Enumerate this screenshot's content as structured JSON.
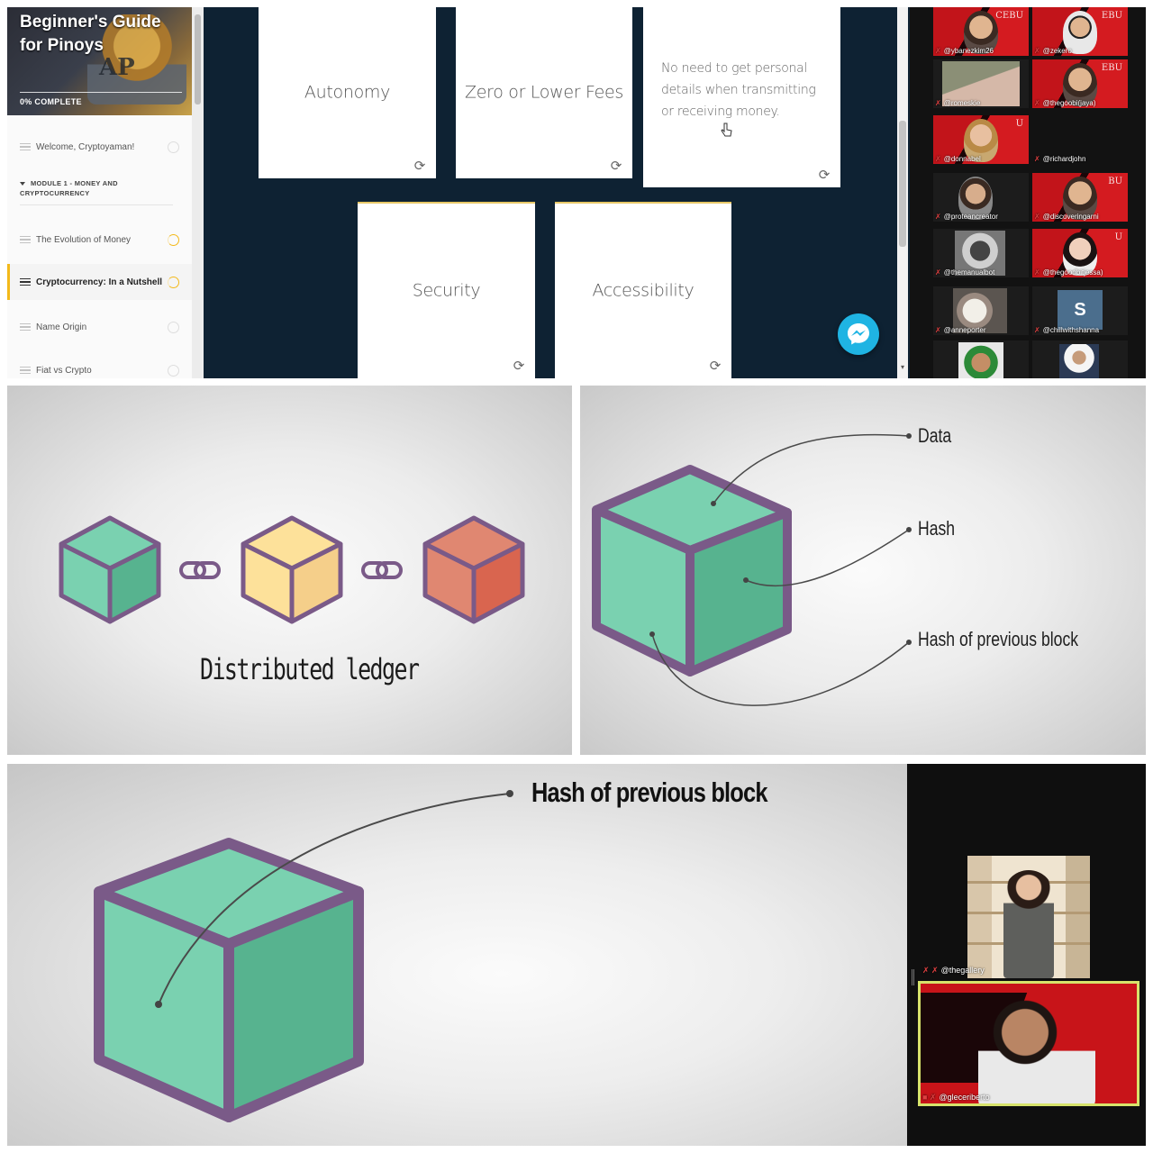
{
  "course": {
    "title": "Beginner's Guide for Pinoys",
    "hero_text": "AP",
    "progress_label": "0% COMPLETE",
    "progress": 0,
    "lessons": [
      {
        "label": "Welcome, Cryptoyaman!",
        "status": "not-started"
      },
      {
        "label": "The Evolution of Money",
        "status": "in-progress"
      },
      {
        "label": "Cryptocurrency: In a Nutshell",
        "status": "in-progress",
        "active": true
      },
      {
        "label": "Name Origin",
        "status": "not-started"
      },
      {
        "label": "Fiat vs Crypto",
        "status": "not-started"
      }
    ],
    "module_heading": "MODULE 1 - MONEY AND CRYPTOCURRENCY"
  },
  "cards": [
    {
      "text": "Autonomy"
    },
    {
      "text": "Zero or Lower Fees"
    },
    {
      "text": "No need to get personal details when transmitting or receiving money."
    },
    {
      "text": "Security"
    },
    {
      "text": "Accessibility"
    }
  ],
  "icons": {
    "card_flip": "refresh-icon",
    "chat": "messenger-icon",
    "participant": "hive-pin-icon"
  },
  "participants": [
    {
      "name": "@ybanezkim26",
      "overlay": "CEBU"
    },
    {
      "name": "@zekero",
      "overlay": "EBU"
    },
    {
      "name": "@romeskie"
    },
    {
      "name": "@thegoobi(jaya)",
      "overlay": "EBU"
    },
    {
      "name": "@donnabel",
      "overlay": "U"
    },
    {
      "name": "@richardjohn"
    },
    {
      "name": "@proteancreator"
    },
    {
      "name": "@discoveringarni",
      "overlay": "BU"
    },
    {
      "name": "@themanualbot"
    },
    {
      "name": "@thegoodbitjessa)",
      "overlay": "U"
    },
    {
      "name": "@anneporter"
    },
    {
      "name": "@chillwithshanna",
      "initial": "S"
    }
  ],
  "slides": {
    "ledger_caption": "Distributed ledger",
    "block_labels": [
      "Data",
      "Hash",
      "Hash of previous block"
    ],
    "zoom_label": "Hash of previous block"
  },
  "speakers": [
    {
      "name": "@thegallery"
    },
    {
      "name": "@gleceriberto"
    }
  ],
  "colors": {
    "teal_face": "#7ad1b0",
    "teal_side": "#57b38f",
    "yellow_face": "#fde19a",
    "yellow_side": "#f5cf8a",
    "red_face": "#e08771",
    "red_side": "#d9654f",
    "outline": "#7a5a88",
    "accent": "#f3b91a",
    "hive_red": "#d41b20",
    "speaker_border": "#d7e36b",
    "messenger": "#1fb4e3"
  }
}
